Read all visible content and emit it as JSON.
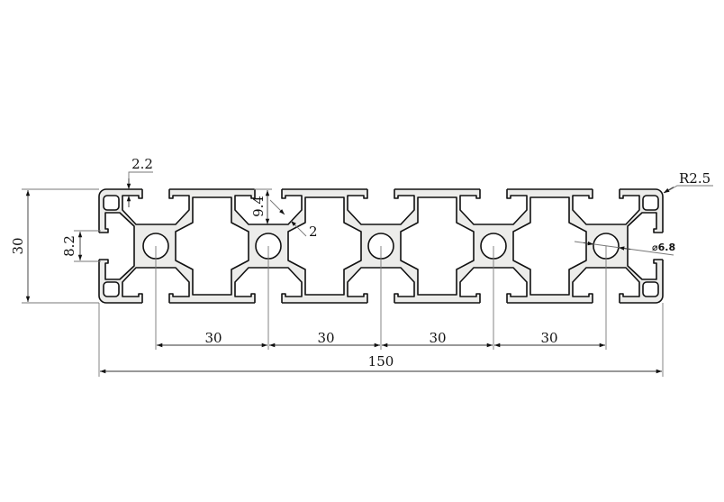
{
  "drawing": {
    "title": "30x150 aluminium extrusion profile cross-section",
    "colors": {
      "profile_fill": "#ececea",
      "outline": "#111111",
      "dimension": "#333333"
    },
    "dimensions": {
      "height": "30",
      "slot_opening": "8.2",
      "lip_thickness": "2.2",
      "slot_depth": "9.4",
      "web_thickness": "2",
      "corner_radius": "R2.5",
      "center_hole": "⌀6.8",
      "pitch": [
        "30",
        "30",
        "30",
        "30"
      ],
      "total_width": "150"
    }
  }
}
